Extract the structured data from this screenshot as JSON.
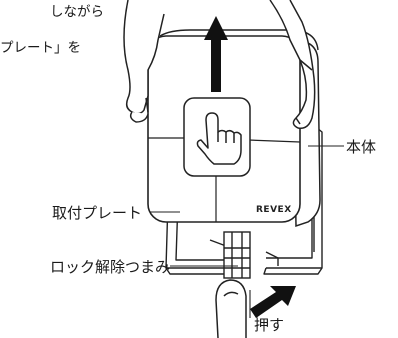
{
  "intro_text": {
    "line1": "しながら",
    "line2": "プレート」を"
  },
  "labels": {
    "main_body": "本体",
    "mounting_plate": "取付プレート",
    "lock_release_knob": "ロック解除つまみ",
    "push": "押す"
  },
  "brand_logo": "REVEX",
  "icon_names": [
    "hand-pointer-icon",
    "arrow-up-icon",
    "arrow-push-icon"
  ]
}
